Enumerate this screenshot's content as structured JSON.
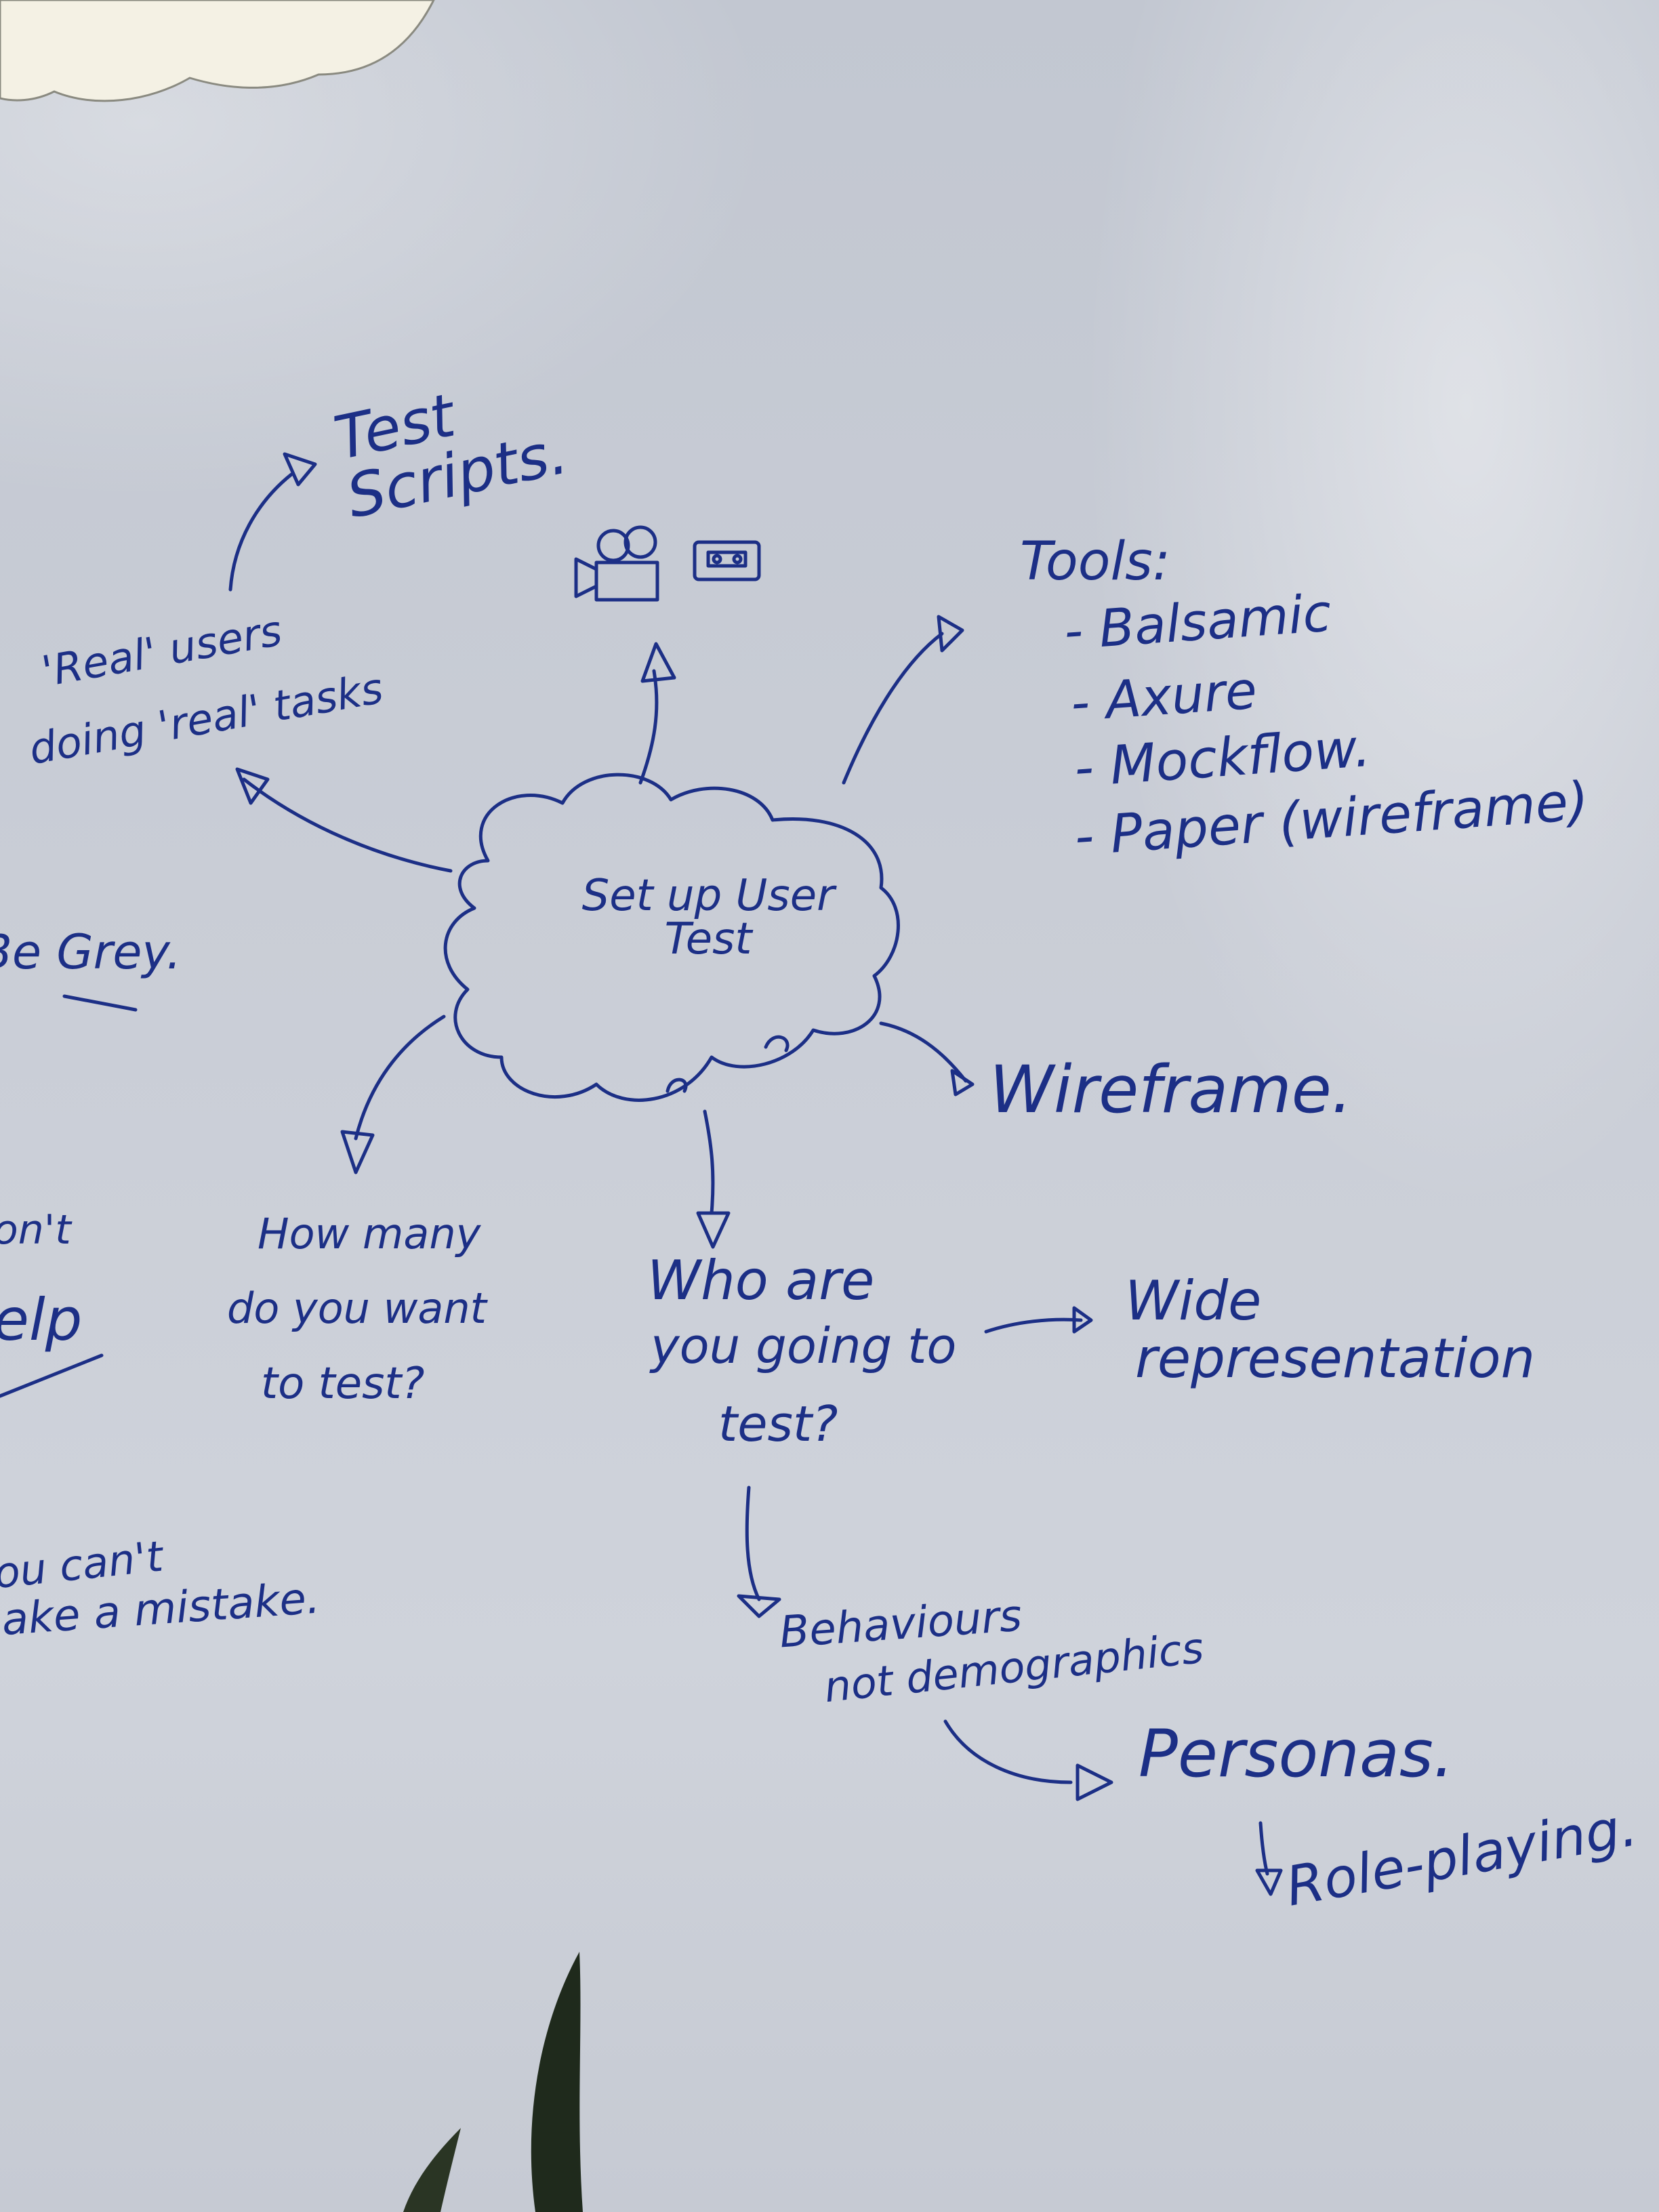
{
  "board": {
    "center": "Set up User Test",
    "test_scripts": "Test Scripts.",
    "tools_title": "Tools:",
    "tools": [
      "- Balsamic",
      "- Axure",
      "- Mockflow.",
      "- Paper (wireframe)"
    ],
    "real_users": [
      "'Real' users",
      "doing 'real' tasks"
    ],
    "be_grey": "Be Grey.",
    "wireframe": "Wireframe.",
    "how_many": [
      "How many",
      "do you want",
      "to test?"
    ],
    "who_are": [
      "Who are",
      "you going to",
      "test?"
    ],
    "wide_rep": [
      "Wide",
      "representation"
    ],
    "behaviours": [
      "Behaviours",
      "not demographics"
    ],
    "personas": "Personas.",
    "role_playing": "Role-playing.",
    "left_fragments": [
      "on't",
      "elp",
      "You can't",
      "make a mistake."
    ]
  },
  "colors": {
    "ink": "#1c2f86",
    "wall": "#c9cdd6",
    "plant": "#1f2a1c"
  }
}
